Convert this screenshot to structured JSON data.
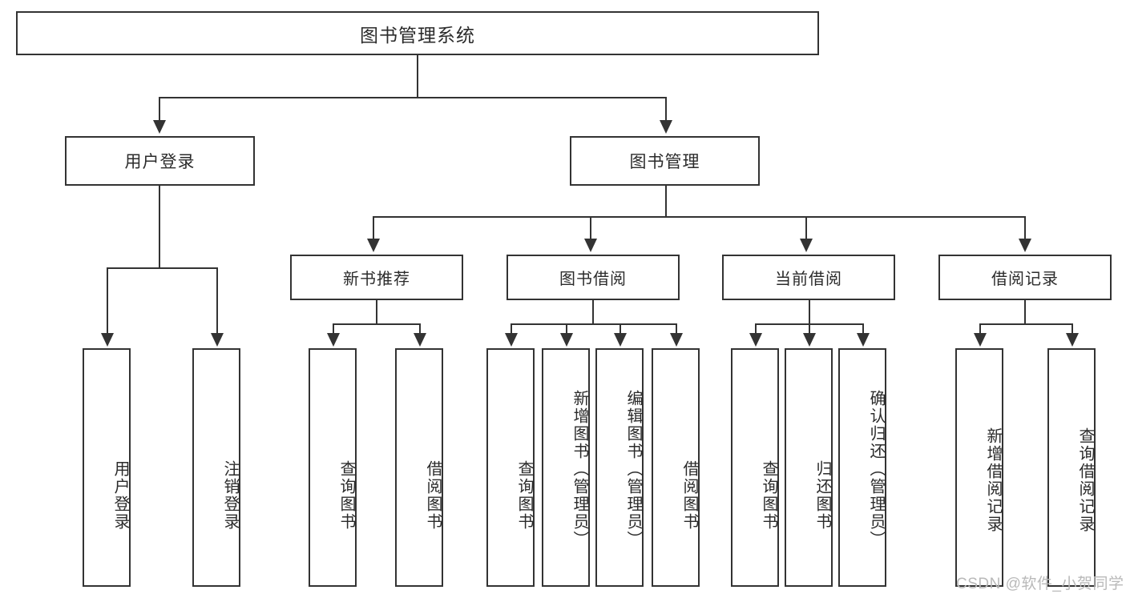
{
  "diagram": {
    "title_node": {
      "label": "图书管理系统"
    },
    "level2": [
      {
        "id": "user-login",
        "label": "用户登录"
      },
      {
        "id": "book-management",
        "label": "图书管理"
      }
    ],
    "level3": [
      {
        "id": "new-book-recommend",
        "label": "新书推荐"
      },
      {
        "id": "book-borrow",
        "label": "图书借阅"
      },
      {
        "id": "current-borrow",
        "label": "当前借阅"
      },
      {
        "id": "borrow-record",
        "label": "借阅记录"
      }
    ],
    "leaves": [
      {
        "id": "leaf-user-login",
        "label": "用户登录"
      },
      {
        "id": "leaf-logout-login",
        "label": "注销登录"
      },
      {
        "id": "leaf-query-book-1",
        "label": "查询图书"
      },
      {
        "id": "leaf-borrow-book-1",
        "label": "借阅图书"
      },
      {
        "id": "leaf-query-book-2",
        "label": "查询图书"
      },
      {
        "id": "leaf-add-book",
        "label": "新增图书（管理员）"
      },
      {
        "id": "leaf-edit-book",
        "label": "编辑图书（管理员）"
      },
      {
        "id": "leaf-borrow-book-2",
        "label": "借阅图书"
      },
      {
        "id": "leaf-query-book-3",
        "label": "查询图书"
      },
      {
        "id": "leaf-return-book",
        "label": "归还图书"
      },
      {
        "id": "leaf-confirm-return",
        "label": "确认归还（管理员）"
      },
      {
        "id": "leaf-add-borrow-record",
        "label": "新增借阅记录"
      },
      {
        "id": "leaf-query-borrow-record",
        "label": "查询借阅记录"
      }
    ]
  },
  "watermark": {
    "text": "CSDN @软件_小贺同学"
  },
  "colors": {
    "stroke": "#333333",
    "text": "#2b2b2b",
    "background": "#ffffff",
    "watermark": "#b9b9b9"
  }
}
